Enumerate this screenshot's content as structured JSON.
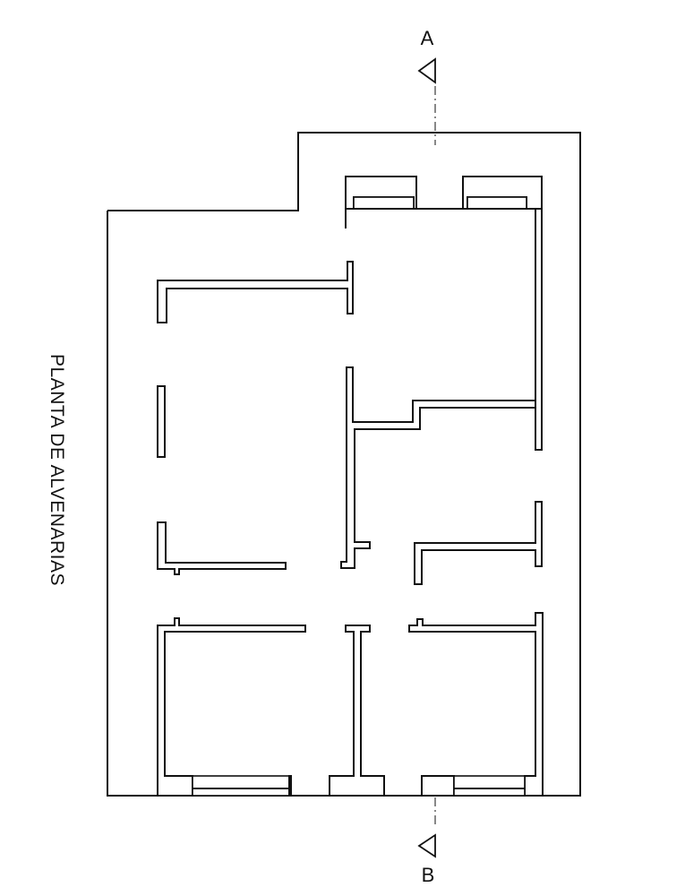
{
  "title": "PLANTA DE ALVENARIAS",
  "section": {
    "top_label": "A",
    "bottom_label": "B"
  },
  "colors": {
    "line": "#111111",
    "background": "#ffffff"
  }
}
